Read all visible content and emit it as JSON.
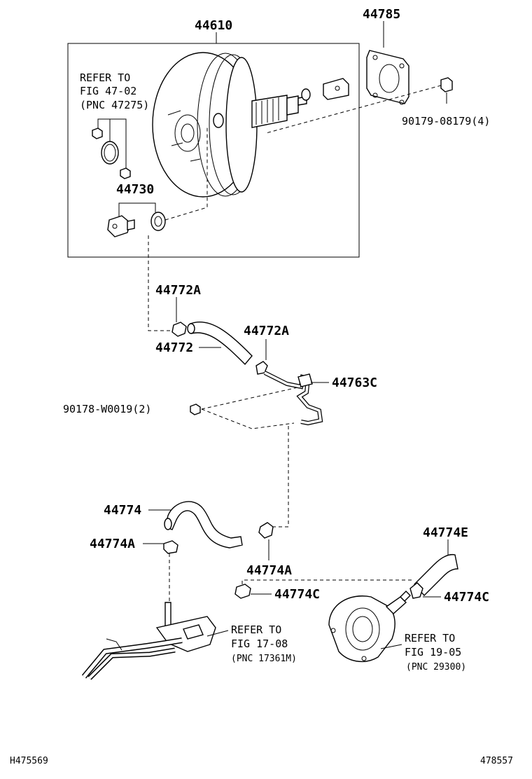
{
  "labels": {
    "booster": "44610",
    "gasket": "44785",
    "nut_booster": "90179-08179(4)",
    "check_valve": "44730",
    "clamp_a": "44772A",
    "hose_upper": "44772",
    "clamp_a2": "44772A",
    "pipe": "44763C",
    "bolt_pipe": "90178-W0019(2)",
    "hose_lower": "44774",
    "clamp_lower_left": "44774A",
    "clamp_lower_right": "44774A",
    "clamp_c_left": "44774C",
    "hose_e": "44774E",
    "clamp_c_right": "44774C"
  },
  "refs": {
    "ref1": {
      "line1": "REFER TO",
      "line2": "FIG 47-02",
      "line3": "(PNC 47275)"
    },
    "ref2": {
      "line1": "REFER TO",
      "line2": "FIG 17-08",
      "line3": "(PNC 17361M)"
    },
    "ref3": {
      "line1": "REFER TO",
      "line2": "FIG 19-05",
      "line3": "(PNC 29300)"
    }
  },
  "footer": {
    "left": "H475569",
    "right": "478557"
  }
}
